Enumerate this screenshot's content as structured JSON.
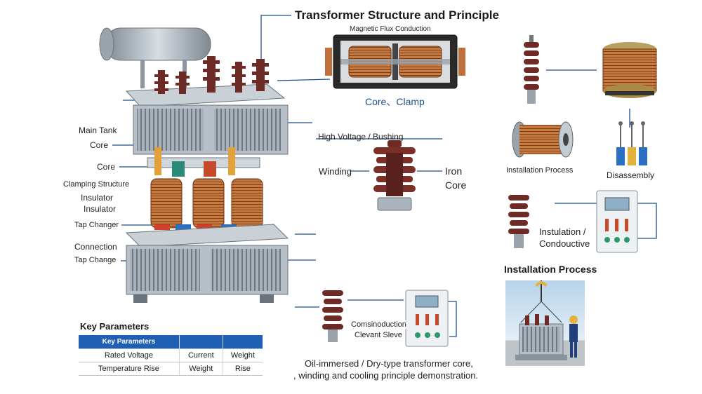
{
  "title": "Transformer Structure and Principle",
  "core_panel": {
    "top_label": "Magnetic Flux Conduction",
    "bottom_label": "Core、Clamp"
  },
  "bushing_panel": {
    "hv_label": "High Voltage / Bushing",
    "winding_label": "Winding",
    "iron_label_1": "Iron",
    "iron_label_2": "Core"
  },
  "left_labels": {
    "main_tank": "Main Tank",
    "core_1": "Core",
    "core_2": "Core",
    "clamping": "Clamping Structure",
    "insulator_1": "Insulator",
    "insulator_2": "Insulator",
    "tap_changer": "Tap Changer",
    "connection": "Connection",
    "tap_change": "Tap Change"
  },
  "right_panels": {
    "installation_label": "Installation Process",
    "disassembly_label": "Disassembly",
    "insulation_label_1": "Instulation /",
    "insulation_label_2": "Condouctive",
    "installation_section_title": "Installation Process"
  },
  "bottom_panel": {
    "label_1": "Comsinoduction",
    "label_2": "Clevant Sleve"
  },
  "key_parameters": {
    "title": "Key Parameters",
    "header": [
      "Key Parameters",
      "",
      ""
    ],
    "rows": [
      [
        "Rated Voltage",
        "Current",
        "Weight"
      ],
      [
        "Temperature Rise",
        "Weight",
        "Rise"
      ]
    ]
  },
  "caption": {
    "line_1": "Oil-immersed / Dry-type transformer core,",
    "line_2": ", winding and cooling principle demonstration."
  },
  "colors": {
    "copper": "#c0703a",
    "porcelain": "#6e2a24",
    "steel": "#aeb6bf",
    "accent_blue": "#1f5fb4",
    "line": "#1f4f8a"
  }
}
